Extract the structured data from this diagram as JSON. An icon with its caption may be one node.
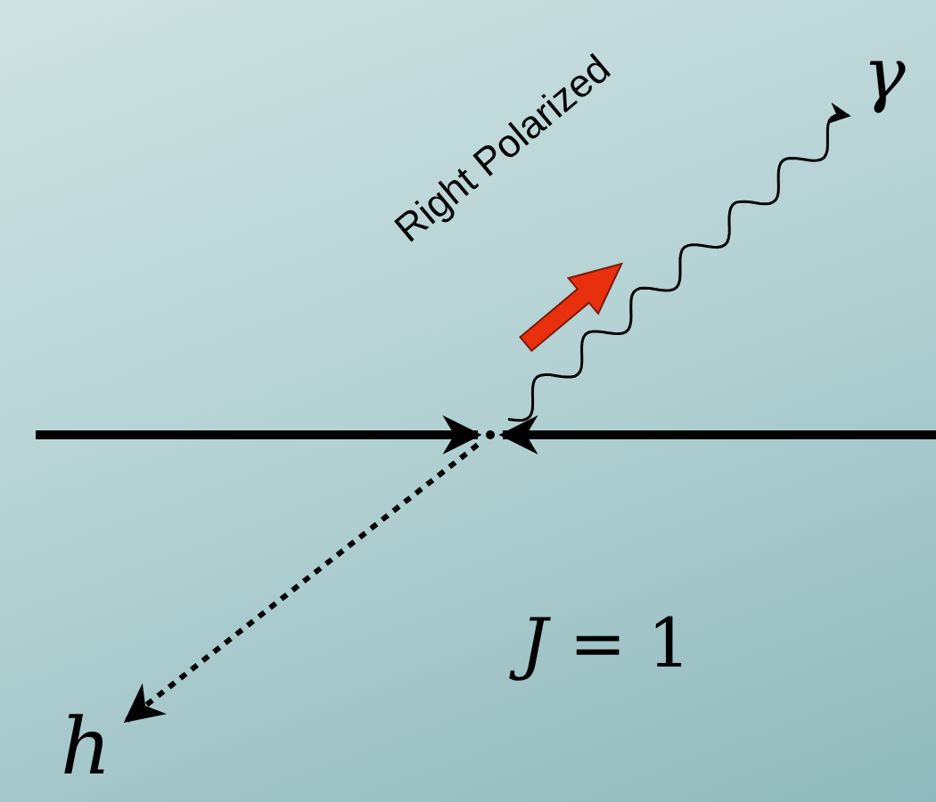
{
  "diagram": {
    "nodes": [
      {
        "text": [
          "γ"
        ]
      },
      {
        "text": [
          "h"
        ]
      },
      {
        "text": [],
        "shape": "dot"
      }
    ],
    "edges": [
      {
        "from": null,
        "to": 2,
        "arrow": "to"
      },
      {
        "from": null,
        "to": 2,
        "arrow": "to"
      },
      {
        "from": 2,
        "to": 0,
        "arrow": "to"
      },
      {
        "from": 2,
        "to": 1,
        "arrow": "to",
        "style": "dashed"
      }
    ],
    "labels": [
      "Right Polarized",
      "*J* = 1"
    ]
  }
}
